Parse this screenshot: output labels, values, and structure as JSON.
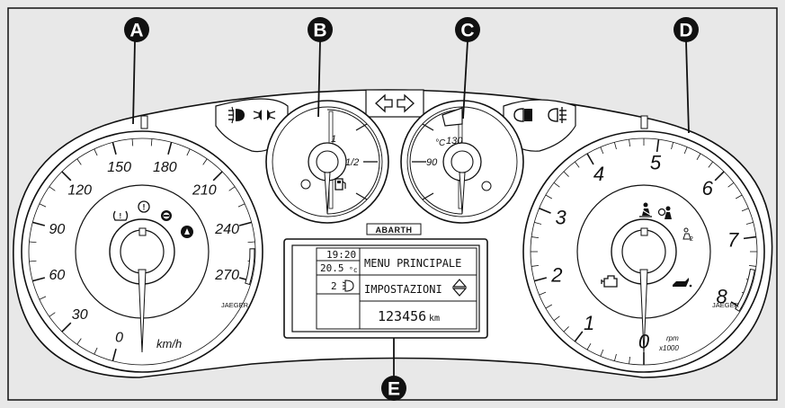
{
  "callouts": [
    "A",
    "B",
    "C",
    "D",
    "E"
  ],
  "speedometer": {
    "ticks_labels": [
      "0",
      "30",
      "60",
      "90",
      "120",
      "150",
      "180",
      "210",
      "240",
      "270"
    ],
    "unit": "km/h",
    "brand": "JAEGER",
    "warning_icons": [
      "tyre-pressure-icon",
      "brake-warning-icon",
      "abs-icon",
      "esp-icon"
    ]
  },
  "fuel_gauge": {
    "labels": [
      "1",
      "1/2"
    ],
    "icon": "fuel-pump-icon"
  },
  "temp_gauge": {
    "labels": [
      "130",
      "°C",
      "90"
    ],
    "icon": "coolant-temp-icon"
  },
  "tachometer": {
    "ticks_labels": [
      "0",
      "1",
      "2",
      "3",
      "4",
      "5",
      "6",
      "7",
      "8"
    ],
    "unit": "rpm",
    "multiplier": "x1000",
    "brand": "JAEGER",
    "warning_icons": [
      "seatbelt-icon",
      "airbag-icon",
      "airbag-passenger-icon",
      "engine-check-icon",
      "oil-pressure-icon"
    ]
  },
  "top_indicators": [
    "front-fog-icon",
    "sidelights-icon",
    "turn-signal-icons",
    "high-beam-icon",
    "rear-fog-icon"
  ],
  "logo": "ABARTH",
  "display": {
    "time": "19:20",
    "temperature": "20.5",
    "temp_unit": "°c",
    "headlight_level": "2",
    "menu_title": "MENU PRINCIPALE",
    "menu_item": "IMPOSTAZIONI",
    "odometer": "123456",
    "odometer_unit": "km"
  }
}
